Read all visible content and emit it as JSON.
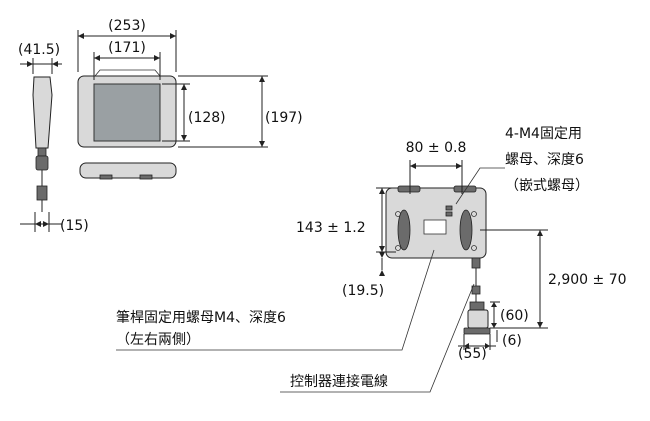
{
  "dimensions": {
    "front_width": "(253)",
    "screen_width": "(171)",
    "screen_height": "(128)",
    "total_height": "(197)",
    "side_depth": "(41.5)",
    "cable_width": "(15)",
    "mount_hole_spacing": "80 ± 0.8",
    "mount_hole_height": "143 ± 1.2",
    "offset": "(19.5)",
    "cable_length": "2,900 ± 70",
    "connector_height": "(60)",
    "connector_width": "(55)",
    "connector_offset": "(6)"
  },
  "notes": {
    "m4_screw_line1": "4-M4固定用",
    "m4_screw_line2": "螺母、深度6",
    "m4_screw_line3": "（嵌式螺母）",
    "stylus_line1": "筆桿固定用螺母M4、深度6",
    "stylus_line2": "（左右兩側）",
    "controller_cable": "控制器連接電線"
  }
}
